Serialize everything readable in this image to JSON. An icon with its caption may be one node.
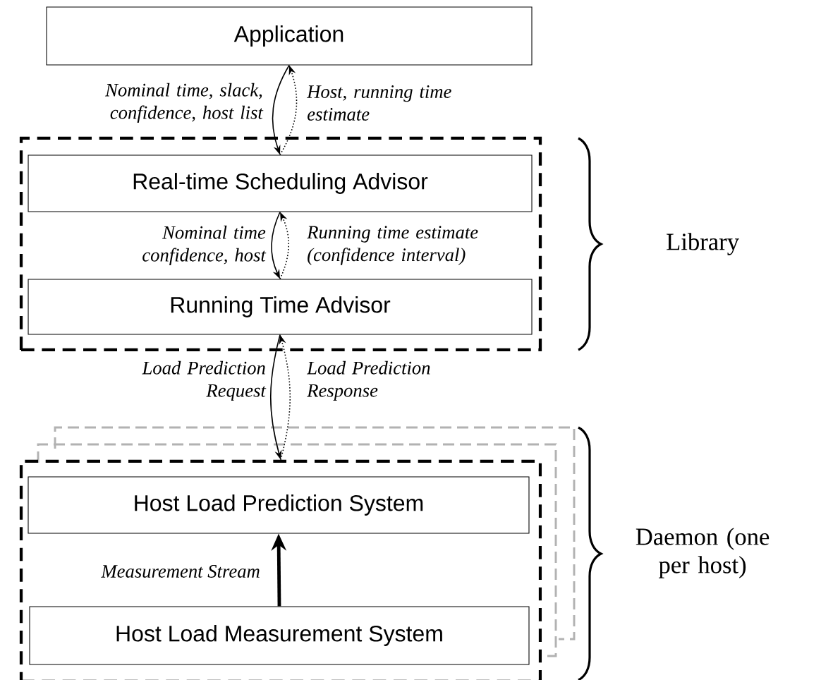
{
  "diagram": {
    "nodes": [
      {
        "text": [
          "Application"
        ]
      },
      {
        "text": [],
        "shape": "box"
      },
      {
        "text": [
          "Real-time Scheduling Advisor"
        ],
        "in": 1
      },
      {
        "text": [
          "Running Time Advisor"
        ],
        "in": 1
      },
      {
        "text": [],
        "shape": "box"
      },
      {
        "text": [
          "Host Load Prediction System"
        ],
        "in": 4
      },
      {
        "text": [
          "Host Load Measurement System"
        ],
        "in": 4
      }
    ],
    "edges": [
      {
        "from": 0,
        "to": 2,
        "arrow": "to",
        "label": "Nominal time, slack, confidence, host list"
      },
      {
        "from": 2,
        "to": 0,
        "arrow": "to",
        "style": "dashed",
        "label": "Host, running time estimate"
      },
      {
        "from": 2,
        "to": 3,
        "arrow": "to",
        "label": "Nominal time confidence, host"
      },
      {
        "from": 3,
        "to": 2,
        "arrow": "to",
        "style": "dashed",
        "label": "Running time estimate (confidence interval)"
      },
      {
        "from": 3,
        "to": 4,
        "arrow": "to",
        "label": "Load Prediction Request"
      },
      {
        "from": 4,
        "to": 3,
        "arrow": "to",
        "style": "dashed",
        "label": "Load Prediction Response"
      },
      {
        "from": 6,
        "to": 5,
        "arrow": "to",
        "style": "thick",
        "label": "Measurement Stream"
      }
    ],
    "labels": [
      "Library",
      "Daemon (one per host)"
    ]
  }
}
